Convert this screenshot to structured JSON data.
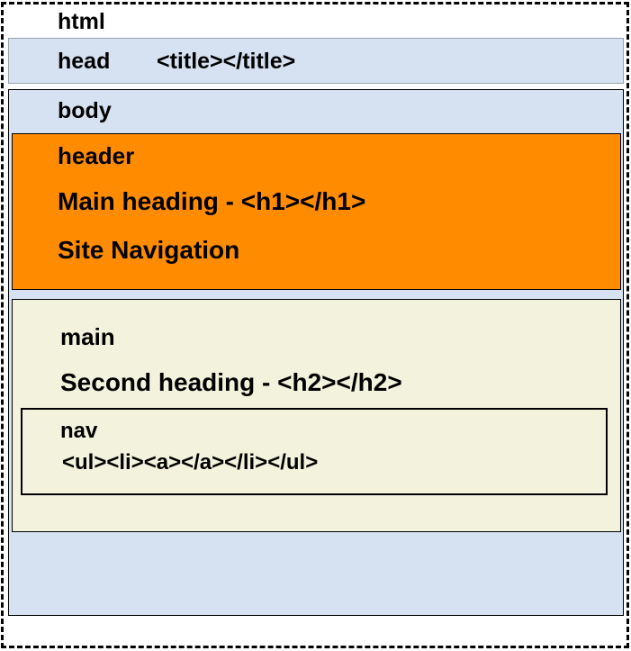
{
  "colors": {
    "html_bg": "#ffffff",
    "head_bg": "#d6e2f2",
    "body_bg": "#d6e2f2",
    "header_bg": "#ff8c00",
    "main_bg": "#f3f3dd",
    "nav_bg": "#f3f3dd"
  },
  "html": {
    "label": "html"
  },
  "head": {
    "label": "head",
    "title_tag": "<title></title>"
  },
  "body": {
    "label": "body"
  },
  "header": {
    "label": "header",
    "heading": "Main heading - <h1></h1>",
    "navigation": "Site Navigation"
  },
  "main": {
    "label": "main",
    "heading": "Second heading - <h2></h2>"
  },
  "nav": {
    "label": "nav",
    "list": "<ul><li><a></a></li></ul>"
  }
}
